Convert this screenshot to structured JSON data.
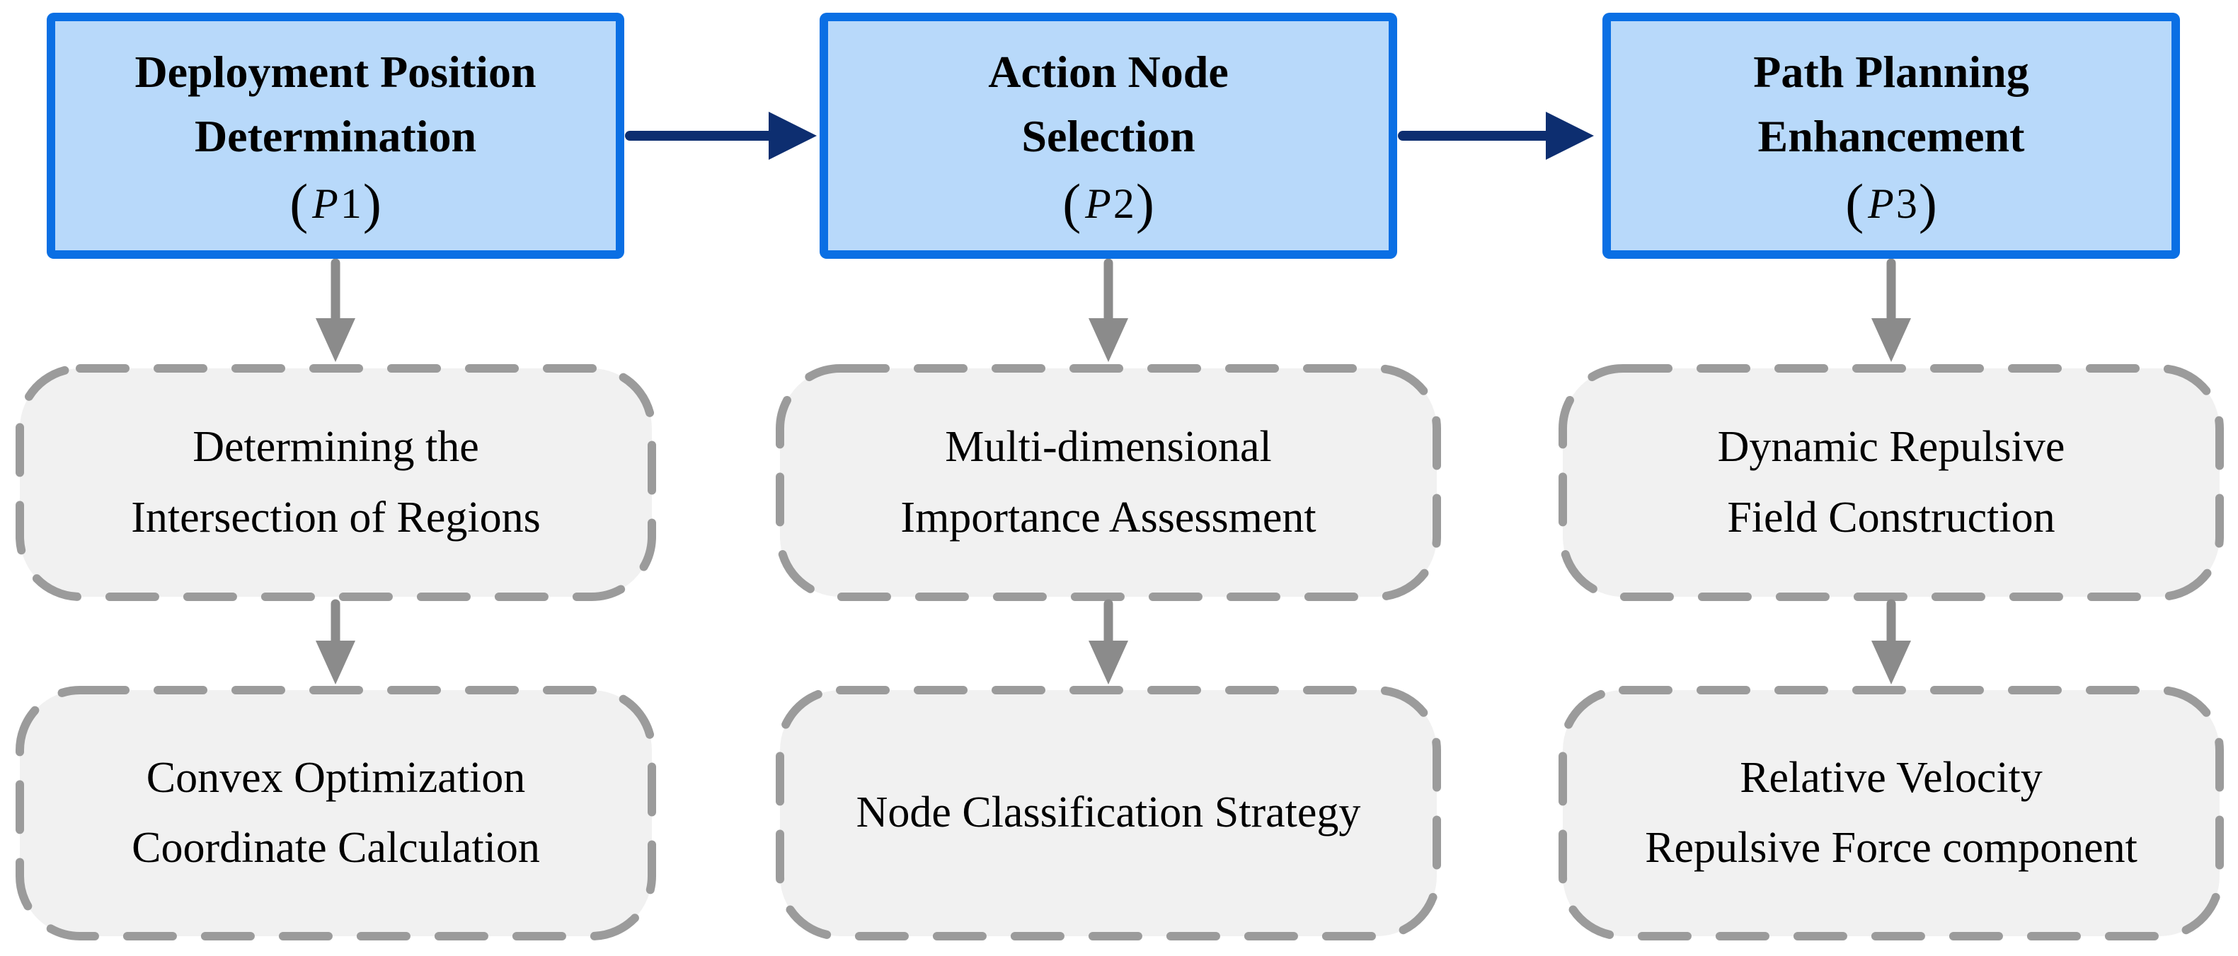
{
  "figure": {
    "kind": "three-stage-flowchart"
  },
  "colors": {
    "background": "#ffffff",
    "process_box_fill": "#b8d9fa",
    "process_box_border": "#0a6fe4",
    "flow_arrow": "#0d2e70",
    "step_arrow": "#8b8b8b",
    "dashed_border": "#9b9b9b",
    "dashed_fill": "#f1f1f1",
    "text": "#000000"
  },
  "columns": [
    {
      "id": "P1",
      "header": {
        "title": "Deployment Position\nDetermination",
        "tag": {
          "open": "(",
          "letter": "P",
          "number": "1",
          "close": ")"
        }
      },
      "steps": [
        {
          "label": "Determining the\nIntersection of Regions"
        },
        {
          "label": "Convex Optimization\nCoordinate Calculation"
        }
      ]
    },
    {
      "id": "P2",
      "header": {
        "title": "Action Node\nSelection",
        "tag": {
          "open": "(",
          "letter": "P",
          "number": "2",
          "close": ")"
        }
      },
      "steps": [
        {
          "label": "Multi-dimensional\nImportance Assessment"
        },
        {
          "label": "Node Classification Strategy"
        }
      ]
    },
    {
      "id": "P3",
      "header": {
        "title": "Path Planning\nEnhancement",
        "tag": {
          "open": "(",
          "letter": "P",
          "number": "3",
          "close": ")"
        }
      },
      "steps": [
        {
          "label": "Dynamic Repulsive\nField Construction"
        },
        {
          "label": "Relative Velocity\nRepulsive Force component"
        }
      ]
    }
  ]
}
